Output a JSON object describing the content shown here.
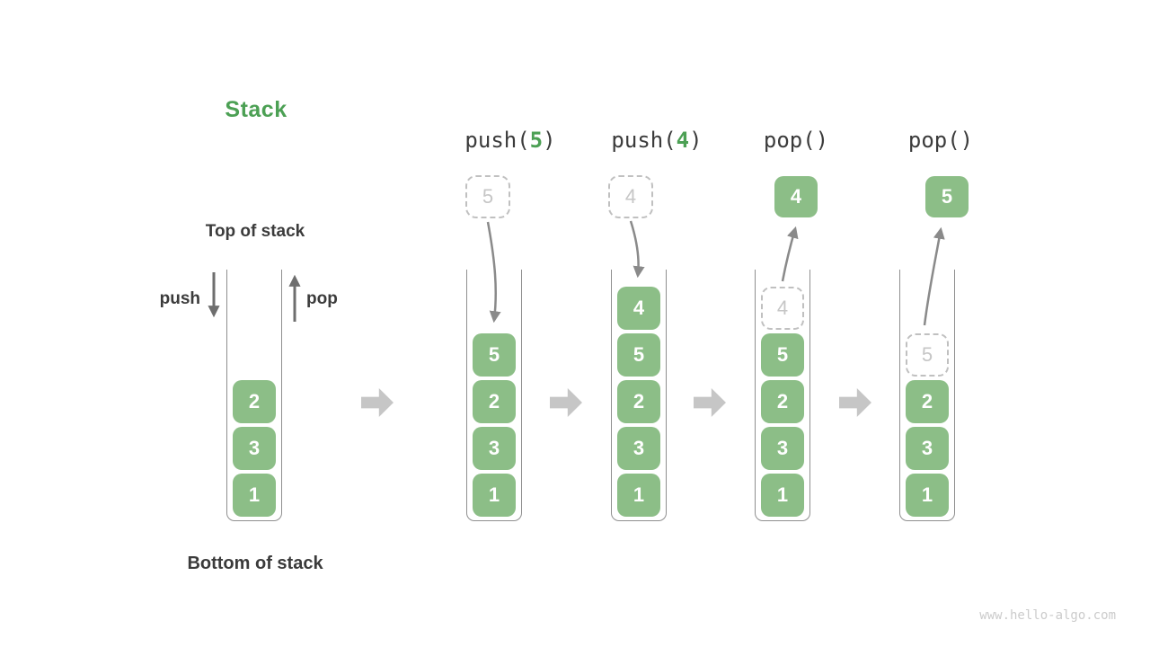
{
  "diagram": {
    "title": "Stack",
    "watermark": "www.hello-algo.com",
    "labels": {
      "top_of_stack": "Top of stack",
      "bottom_of_stack": "Bottom of stack",
      "push": "push",
      "pop": "pop"
    }
  },
  "colors": {
    "box_green": "#8CBE87",
    "title_green": "#4CA054",
    "label_dark": "#3B3B3B",
    "arrow_gray": "#8A8A8A",
    "push_pop_arrow": "#6E6E6E",
    "step_arrow_gray": "#C6C6C6",
    "ghost_border": "#C0C0C0",
    "ghost_text": "#C6C6C6",
    "container_border": "#8F8F8F",
    "watermark_gray": "#CBCBCB"
  },
  "stacks": {
    "initial": {
      "boxes": [
        "2",
        "3",
        "1"
      ]
    },
    "push5": {
      "op": {
        "name": "push(",
        "arg": "5",
        "close": ")"
      },
      "incoming": "5",
      "boxes": [
        "5",
        "2",
        "3",
        "1"
      ]
    },
    "push4": {
      "op": {
        "name": "push(",
        "arg": "4",
        "close": ")"
      },
      "incoming": "4",
      "boxes": [
        "4",
        "5",
        "2",
        "3",
        "1"
      ]
    },
    "pop4": {
      "op": {
        "name": "pop()",
        "arg": "",
        "close": ""
      },
      "outgoing": "4",
      "ghost": "4",
      "boxes": [
        "5",
        "2",
        "3",
        "1"
      ]
    },
    "pop5": {
      "op": {
        "name": "pop()",
        "arg": "",
        "close": ""
      },
      "outgoing": "5",
      "ghost": "5",
      "boxes": [
        "2",
        "3",
        "1"
      ]
    }
  }
}
